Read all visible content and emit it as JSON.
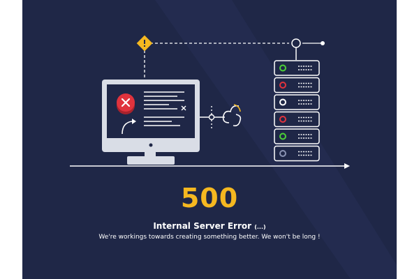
{
  "error": {
    "code": "500",
    "title": "Internal Server Error",
    "title_suffix": "(...)",
    "message": "We're workings towards creating something better. We won't be long !"
  },
  "colors": {
    "background": "#1f2747",
    "accent": "#f5b820",
    "error_red": "#e0333d",
    "ok_green": "#4cd137",
    "line": "#ffffff",
    "monitor": "#d9dde6"
  },
  "icons": {
    "warning": "warning-icon",
    "error": "close-icon",
    "refresh": "refresh-arrow-icon",
    "cloud": "cloud-icon",
    "server": "server-rack-icon",
    "monitor": "monitor-icon"
  },
  "server_rack": {
    "units": [
      {
        "status": "ok"
      },
      {
        "status": "error"
      },
      {
        "status": "idle"
      },
      {
        "status": "error"
      },
      {
        "status": "ok"
      },
      {
        "status": "off"
      }
    ]
  }
}
